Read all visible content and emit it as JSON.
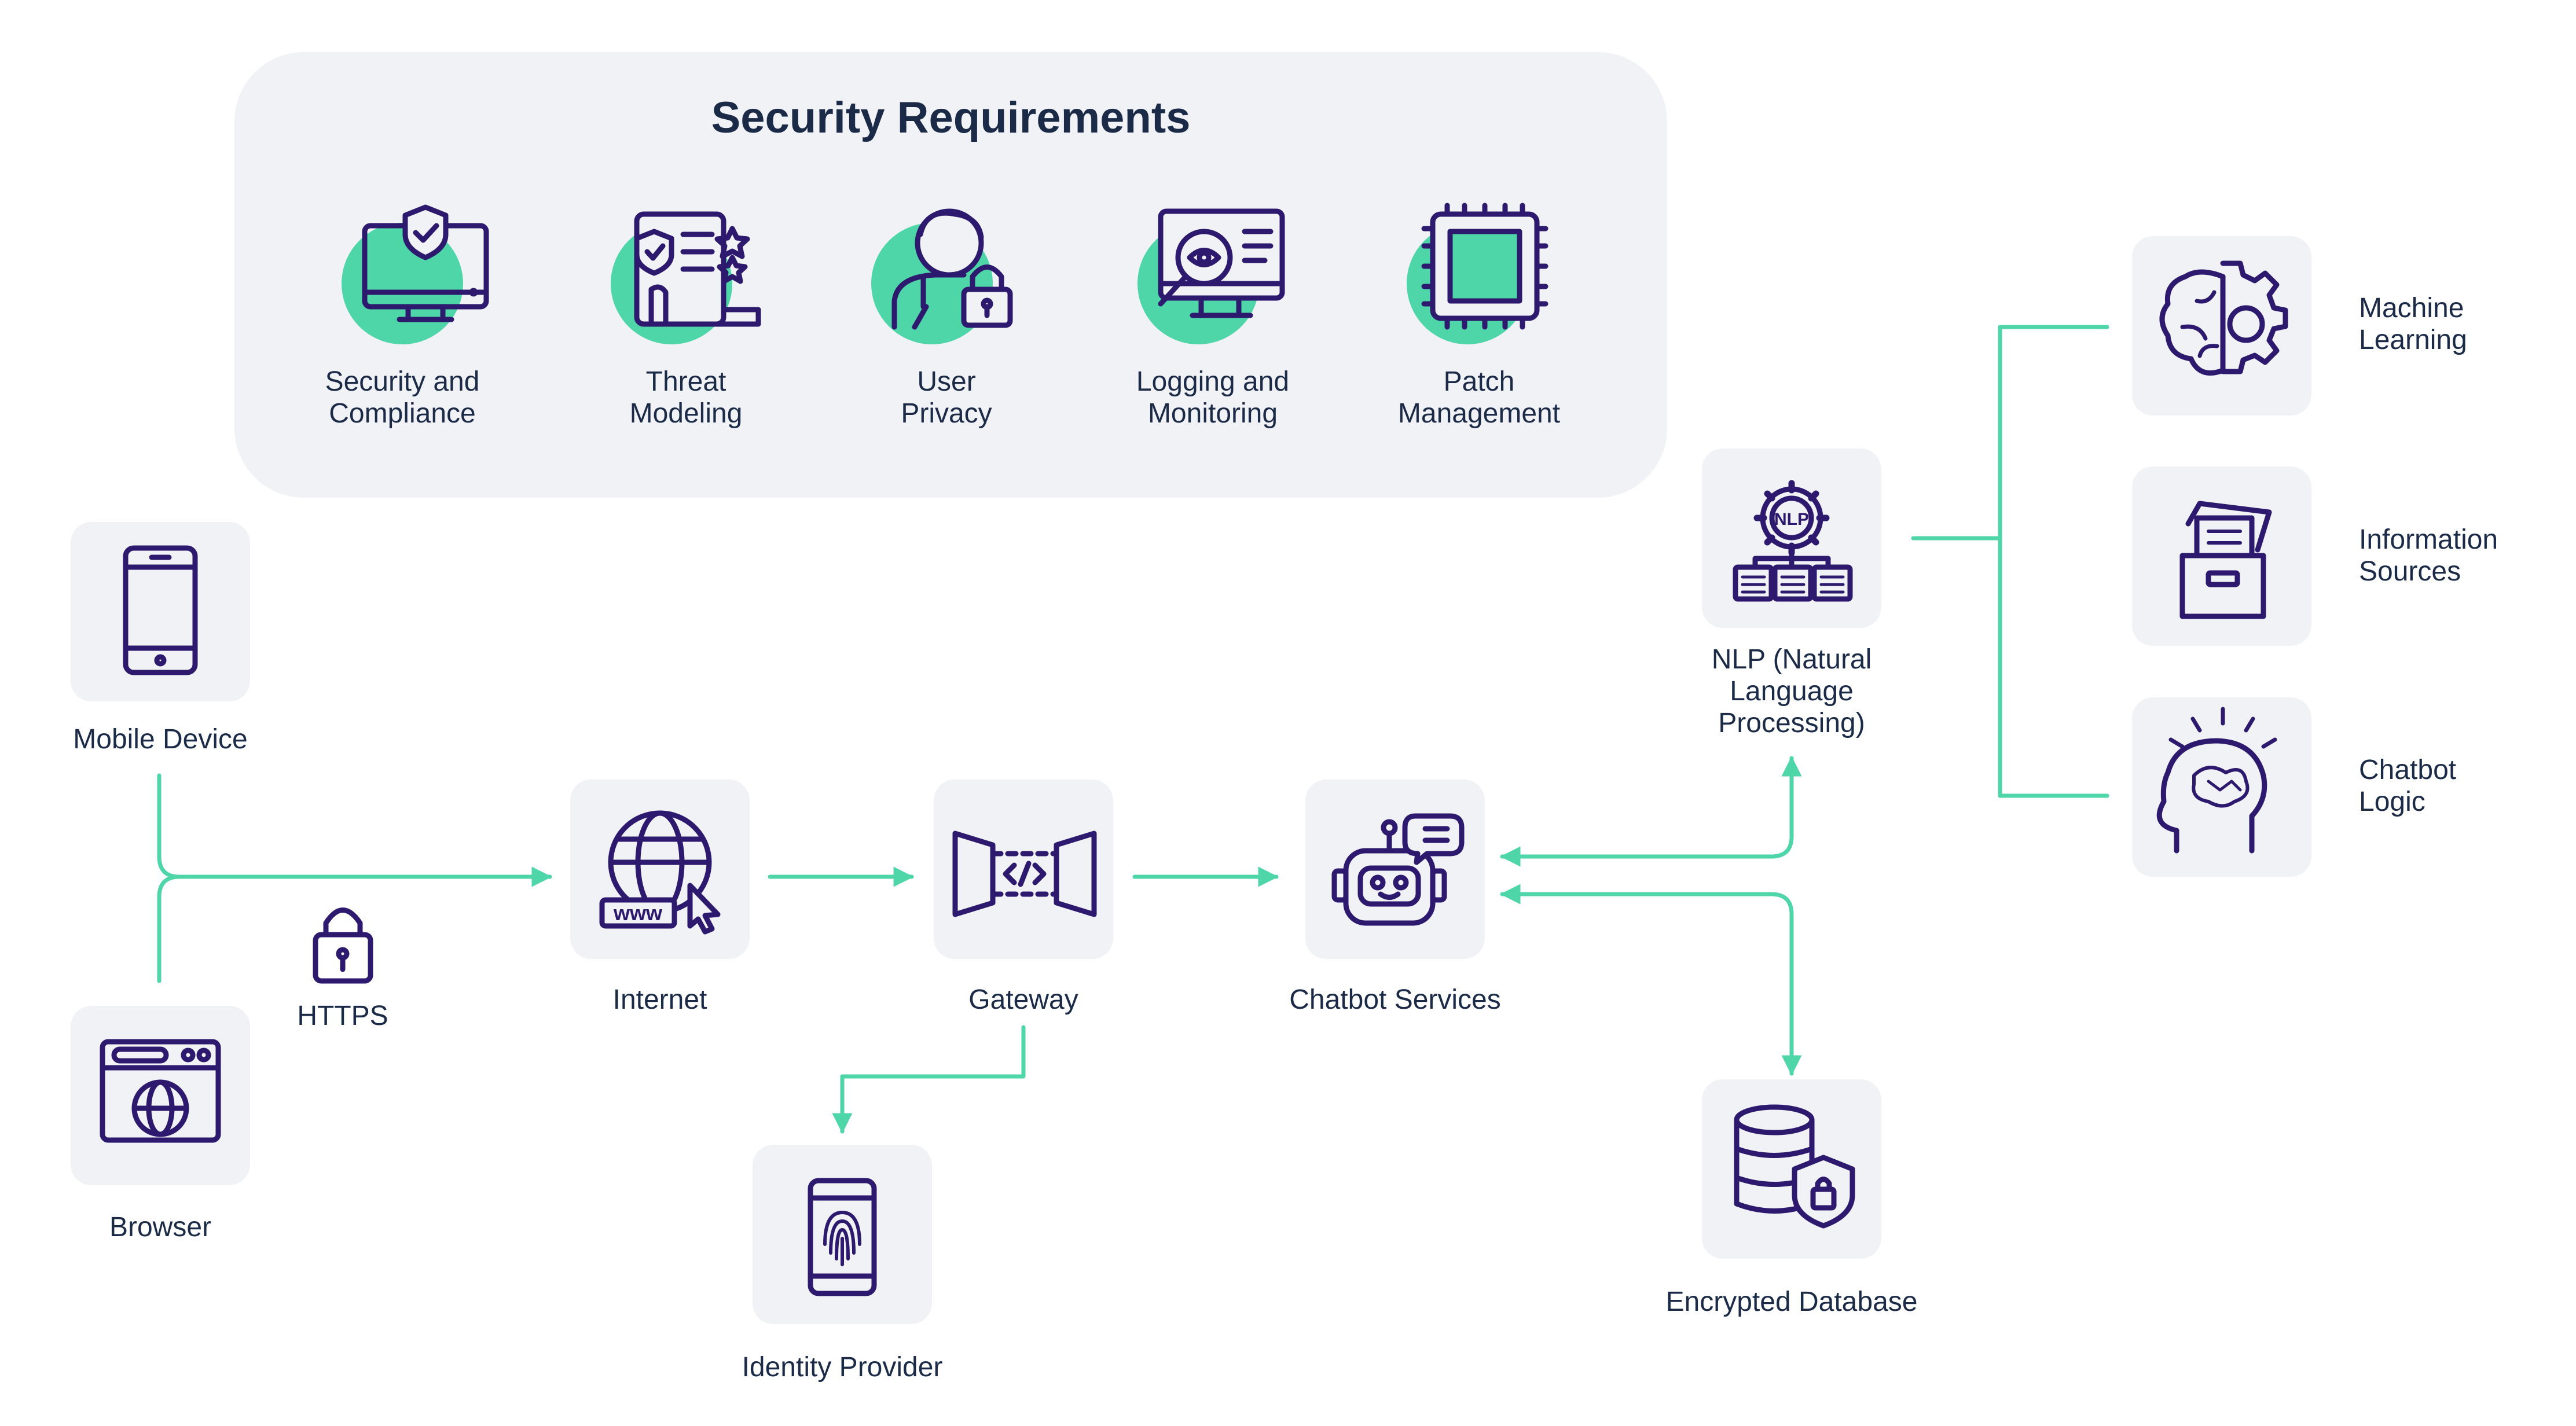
{
  "security_requirements": {
    "title": "Security Requirements",
    "items": [
      {
        "label_line1": "Security and",
        "label_line2": "Compliance",
        "icon": "monitor-shield-icon"
      },
      {
        "label_line1": "Threat",
        "label_line2": "Modeling",
        "icon": "threat-modeling-icon"
      },
      {
        "label_line1": "User",
        "label_line2": "Privacy",
        "icon": "user-lock-icon"
      },
      {
        "label_line1": "Logging and",
        "label_line2": "Monitoring",
        "icon": "monitor-search-icon"
      },
      {
        "label_line1": "Patch",
        "label_line2": "Management",
        "icon": "chip-icon"
      }
    ]
  },
  "nodes": {
    "mobile_device": {
      "label": "Mobile Device",
      "icon": "smartphone-icon"
    },
    "browser": {
      "label": "Browser",
      "icon": "browser-globe-icon"
    },
    "https": {
      "label": "HTTPS",
      "icon": "padlock-icon"
    },
    "internet": {
      "label": "Internet",
      "icon": "globe-www-icon"
    },
    "gateway": {
      "label": "Gateway",
      "icon": "gateway-code-icon"
    },
    "identity_provider": {
      "label": "Identity Provider",
      "icon": "fingerprint-phone-icon"
    },
    "chatbot_services": {
      "label": "Chatbot Services",
      "icon": "robot-icon"
    },
    "nlp": {
      "label_line1": "NLP (Natural",
      "label_line2": "Language",
      "label_line3": "Processing)",
      "icon": "nlp-gear-icon",
      "badge": "NLP"
    },
    "encrypted_database": {
      "label": "Encrypted Database",
      "icon": "database-shield-icon"
    },
    "machine_learning": {
      "label_line1": "Machine",
      "label_line2": "Learning",
      "icon": "brain-gear-icon"
    },
    "information_sources": {
      "label_line1": "Information",
      "label_line2": "Sources",
      "icon": "folder-documents-icon"
    },
    "chatbot_logic": {
      "label_line1": "Chatbot",
      "label_line2": "Logic",
      "icon": "head-brain-icon"
    }
  },
  "colors": {
    "accent": "#4fd6a8",
    "icon_stroke": "#2d1a6e",
    "tile_bg": "#f1f2f5",
    "panel_bg": "#f1f2f5",
    "text": "#1b2a47"
  }
}
